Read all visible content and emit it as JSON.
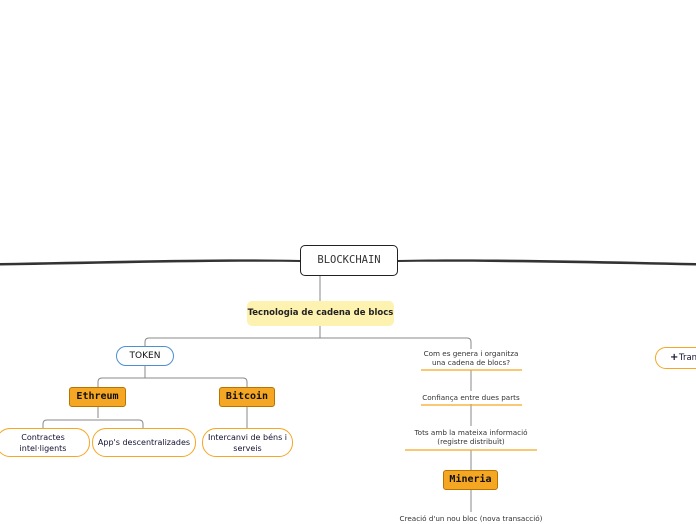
{
  "root": {
    "label": "BLOCKCHAIN"
  },
  "main_topic": {
    "label": "Tecnologia de cadena de blocs"
  },
  "token": {
    "label": "TOKEN",
    "ethreum": {
      "label": "Ethreum",
      "children": [
        "Contractes intel·ligents",
        "App's descentralizades"
      ]
    },
    "bitcoin": {
      "label": "Bitcoin",
      "children": [
        "Intercanvi de béns i serveis"
      ]
    }
  },
  "right_branch": {
    "items": [
      "Com es genera i organitza una cadena de blocs?",
      "Confiança entre dues parts",
      "Tots amb la mateixa informació (registre distribuït)"
    ],
    "mineria": {
      "label": "Mineria",
      "child": "Creació d'un nou bloc (nova transacció)"
    }
  },
  "side_node": {
    "plus": "+",
    "label": "Tran"
  },
  "colors": {
    "accent_orange": "#f5a623",
    "note_yellow": "#fdf2b0",
    "token_blue": "#4d8fd0",
    "line": "#333333"
  }
}
